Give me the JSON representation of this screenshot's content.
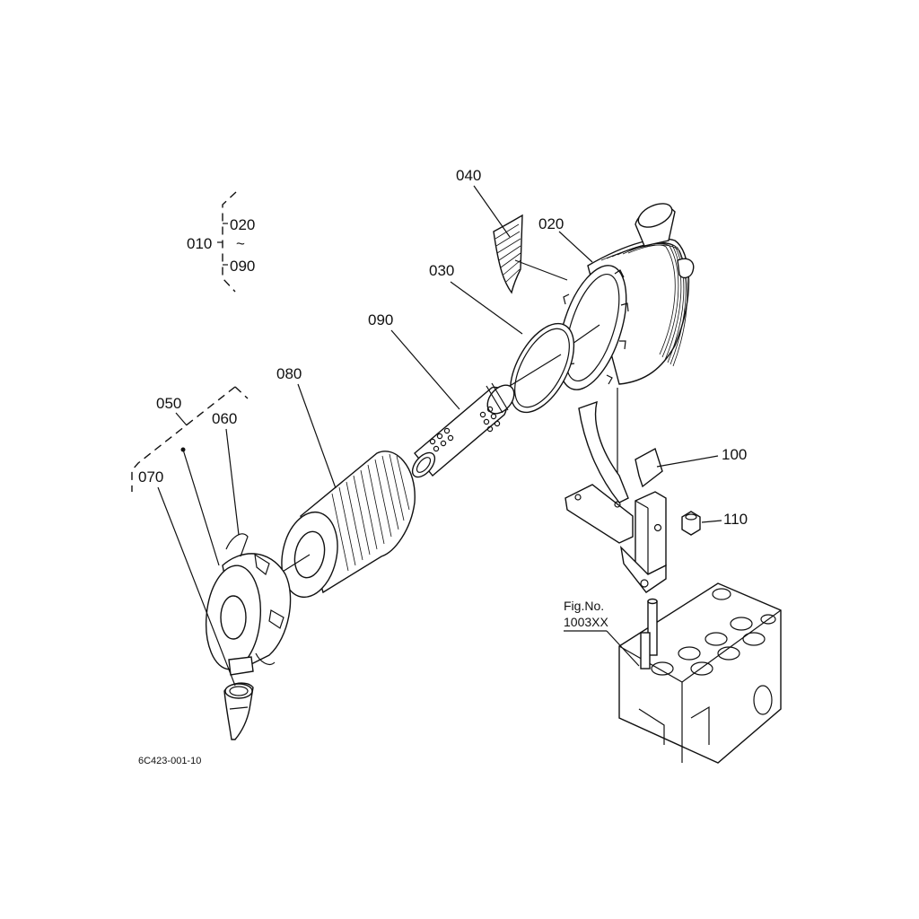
{
  "labels": {
    "l010": "010",
    "l020_group": "020",
    "tilde": "~",
    "l090_group": "090",
    "l040": "040",
    "l020": "020",
    "l030": "030",
    "l090": "090",
    "l080": "080",
    "l050": "050",
    "l060": "060",
    "l070": "070",
    "l100": "100",
    "l110": "110",
    "fig_no": "Fig.No.",
    "fig_ref": "1003XX",
    "drawing_id": "6C423-001-10"
  }
}
